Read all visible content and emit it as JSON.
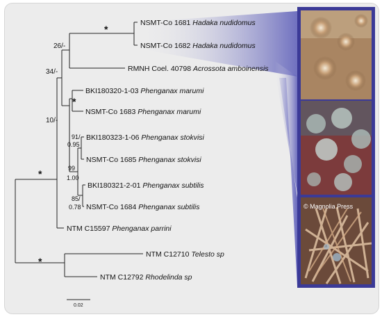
{
  "tips": [
    {
      "id": "t1",
      "code": "NSMT-Co 1681",
      "species": "Hadaka nudidomus"
    },
    {
      "id": "t2",
      "code": "NSMT-Co 1682",
      "species": "Hadaka nudidomus"
    },
    {
      "id": "t3",
      "code": "RMNH Coel. 40798",
      "species": "Acrossota amboinensis"
    },
    {
      "id": "t4",
      "code": "BKI180320-1-03",
      "species": "Phenganax marumi"
    },
    {
      "id": "t5",
      "code": "NSMT-Co 1683",
      "species": "Phenganax marumi"
    },
    {
      "id": "t6",
      "code": "BKI180323-1-06",
      "species": "Phenganax stokvisi"
    },
    {
      "id": "t7",
      "code": "NSMT-Co 1685",
      "species": "Phenganax stokvisi"
    },
    {
      "id": "t8",
      "code": "BKI180321-2-01",
      "species": "Phenganax subtilis"
    },
    {
      "id": "t9",
      "code": "NSMT-Co 1684",
      "species": "Phenganax subtilis"
    },
    {
      "id": "t10",
      "code": "NTM C15597",
      "species": "Phenganax parrini"
    },
    {
      "id": "t11",
      "code": "NTM C12710",
      "species": "Telesto sp"
    },
    {
      "id": "t12",
      "code": "NTM C12792",
      "species": "Rhodelinda sp"
    }
  ],
  "supports": {
    "hadaka": "*",
    "hadaka_acrossota": "26/-",
    "upper_clade": "34/-",
    "marumi": "*",
    "phenganax_core": "10/-",
    "stokvisi_a": "91/",
    "stokvisi_b": "0.95",
    "stok_sub_a": "99",
    "stok_sub_b": "1.00",
    "subtilis_a": "85/",
    "subtilis_b": "0.78",
    "root": "*",
    "outgroup": "*"
  },
  "scale_label": "0.02",
  "copyright": "© Magnolia Press",
  "colors": {
    "panel_border": "#3b3a97",
    "connector": "#6e6fc4",
    "background": "#ececec"
  }
}
